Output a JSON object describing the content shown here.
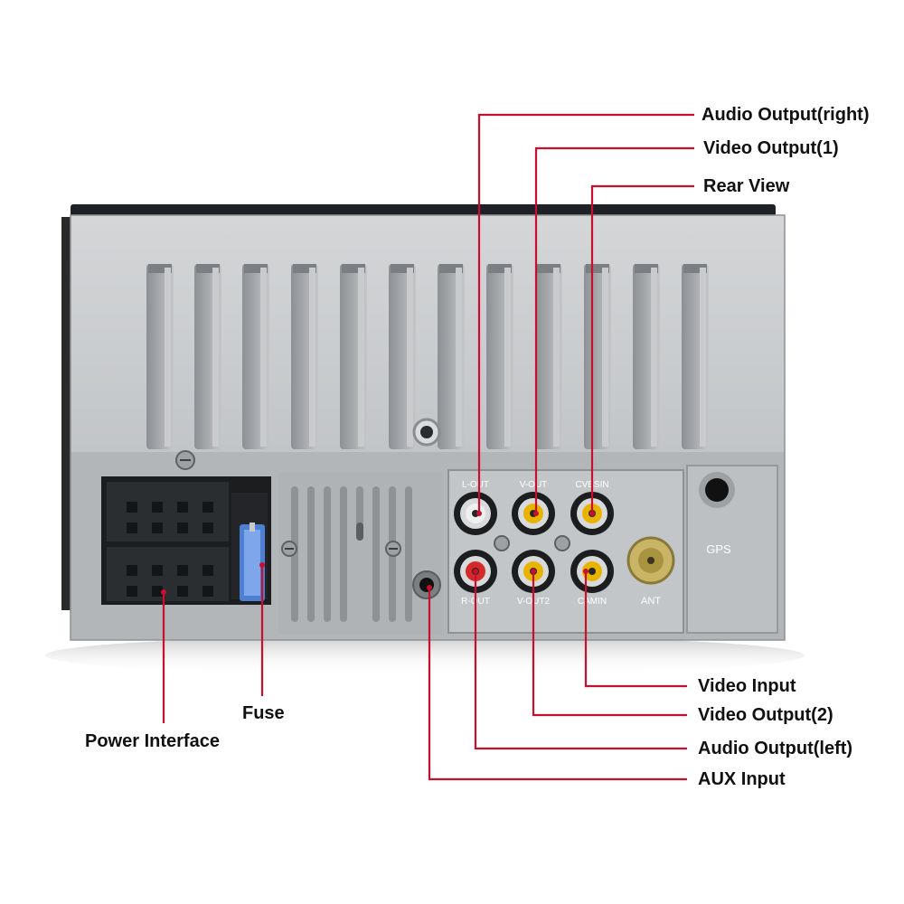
{
  "labels": {
    "audio_output_right": "Audio Output(right)",
    "video_output_1": "Video Output(1)",
    "rear_view": "Rear View",
    "video_input": "Video Input",
    "video_output_2": "Video Output(2)",
    "audio_output_left": "Audio Output(left)",
    "aux_input": "AUX Input",
    "fuse": "Fuse",
    "power_interface": "Power Interface"
  },
  "panel_text": {
    "l_out": "L-OUT",
    "v_out": "V-OUT",
    "cvbsin": "CVBSIN",
    "r_out": "R-OUT",
    "v_out2": "V-OUT2",
    "camin": "CAMIN",
    "ant": "ANT",
    "gps": "GPS"
  },
  "colors": {
    "leader_line": "#c8102e",
    "housing": "#b9bcbf",
    "rca_red": "#d42a2a",
    "rca_yellow": "#e8b400",
    "label_text": "#111111"
  }
}
